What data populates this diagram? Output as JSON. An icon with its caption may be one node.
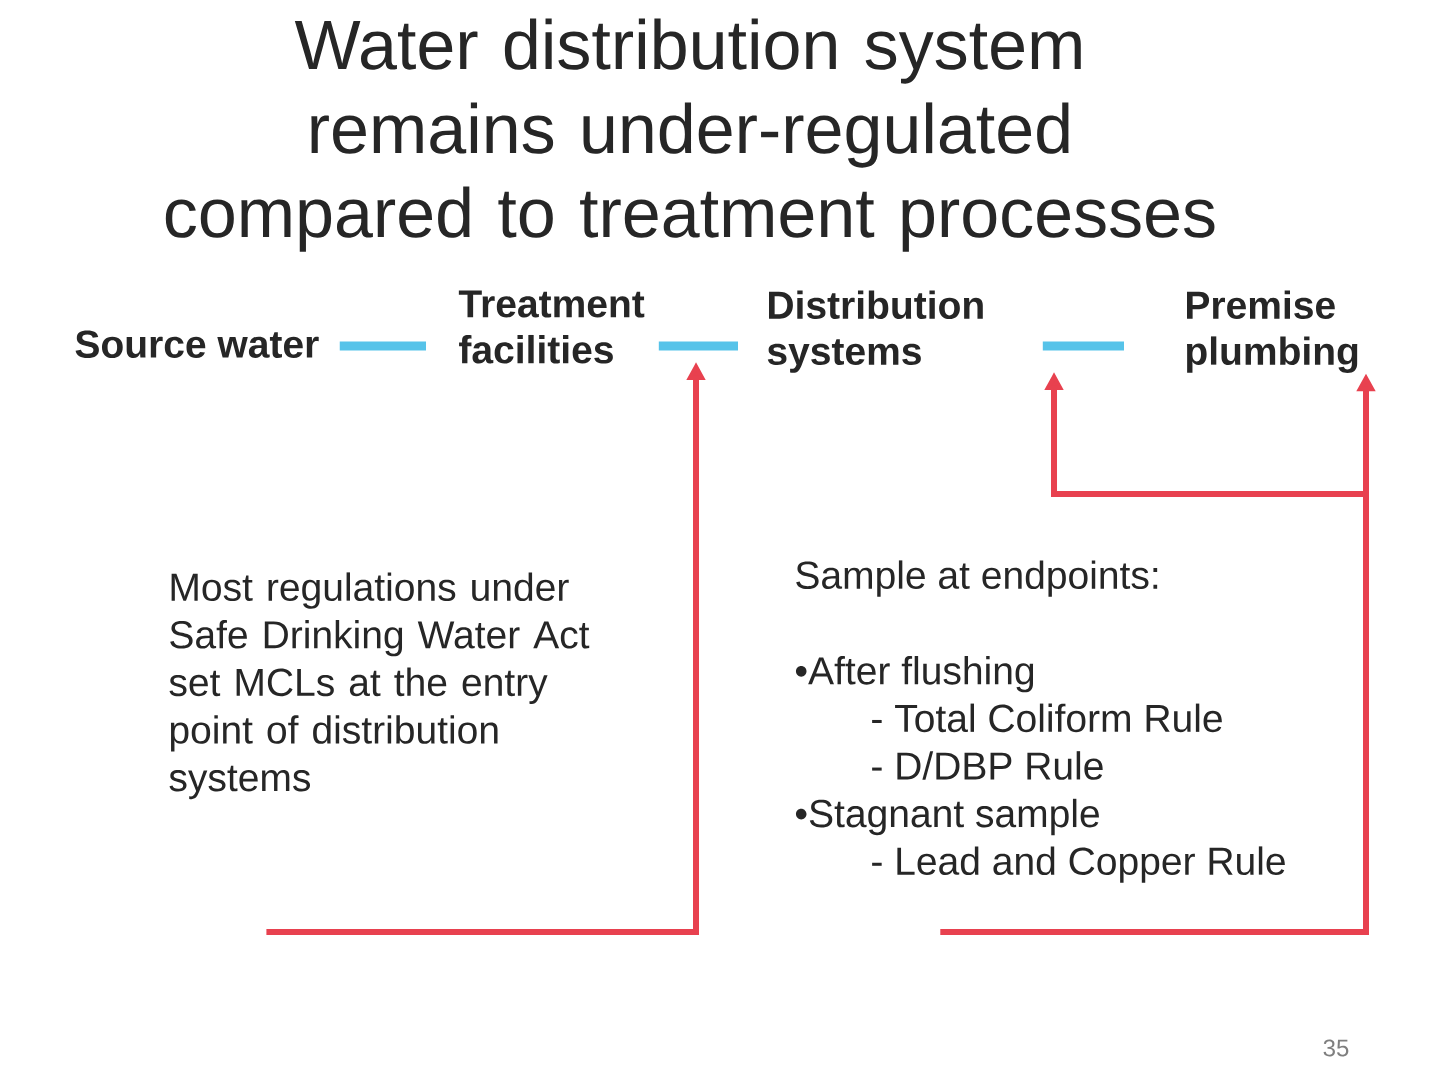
{
  "diagram": {
    "title": "Water distribution system remains under-regulated compared to treatment processes",
    "nodes": [
      {
        "text": [
          "Source water"
        ]
      },
      {
        "text": [
          "Treatment facilities"
        ]
      },
      {
        "text": [
          "Distribution systems"
        ]
      },
      {
        "text": [
          "Premise plumbing"
        ]
      },
      {
        "text": [
          "Most regulations under Safe Drinking Water Act set MCLs at the entry point of distribution systems"
        ]
      },
      {
        "text": [
          "Sample at endpoints:",
          "•After flushing",
          "- Total Coliform Rule",
          "- D/DBP Rule",
          "•Stagnant sample",
          "- Lead and Copper Rule"
        ]
      }
    ],
    "edges": [
      {
        "from": 0,
        "to": 1,
        "arrow": "none",
        "color": "#56c3e9"
      },
      {
        "from": 1,
        "to": 2,
        "arrow": "none",
        "color": "#56c3e9"
      },
      {
        "from": 2,
        "to": 3,
        "arrow": "none",
        "color": "#56c3e9"
      },
      {
        "from": 4,
        "to": null,
        "arrow": "to",
        "color": "#e8414f"
      },
      {
        "from": 5,
        "to": null,
        "arrow": "to",
        "color": "#e8414f"
      },
      {
        "from": 5,
        "to": 3,
        "arrow": "to",
        "color": "#e8414f"
      }
    ],
    "labels": [
      "35"
    ]
  }
}
